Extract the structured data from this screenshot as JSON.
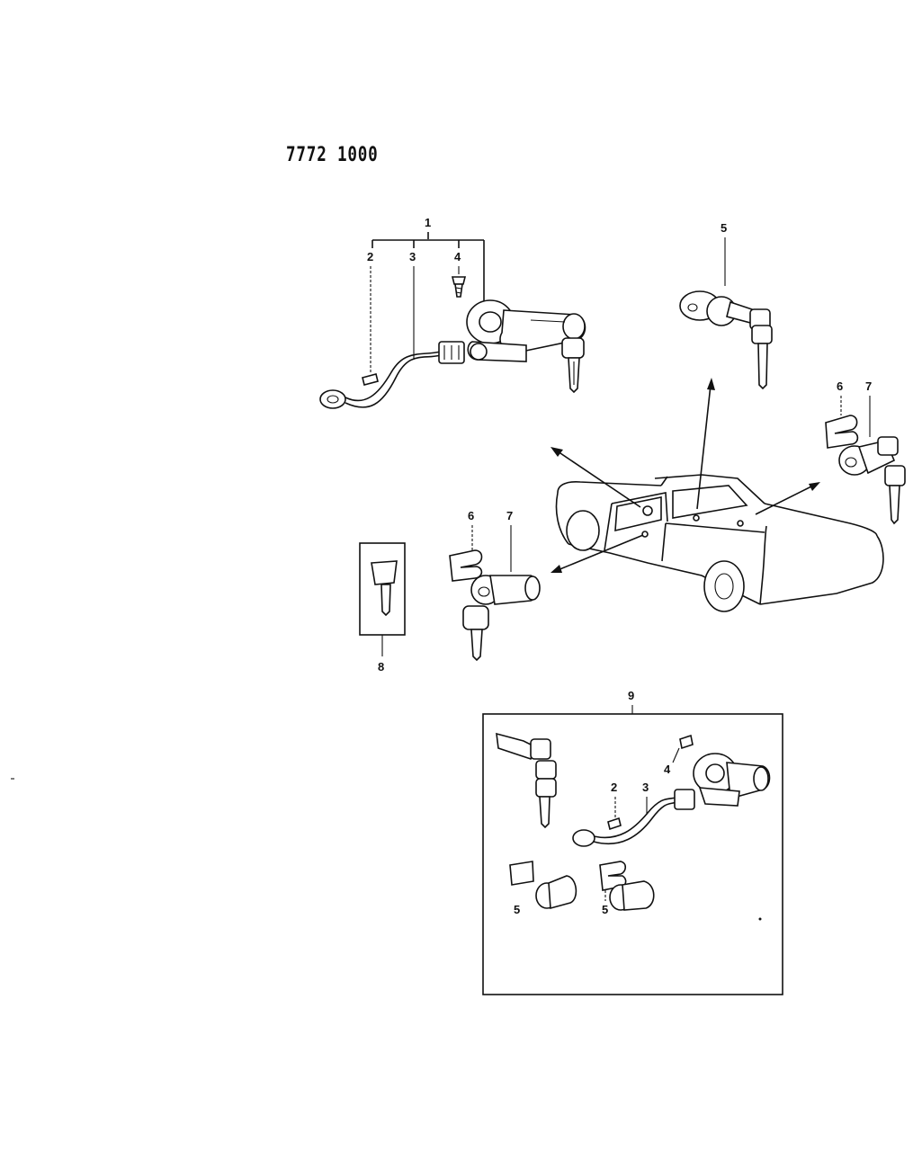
{
  "page": {
    "doc_id": "7772 1000"
  },
  "callouts": {
    "c1": "1",
    "c2": "2",
    "c3": "3",
    "c4": "4",
    "c5": "5",
    "c6": "6",
    "c7": "7",
    "c8": "8",
    "c9": "9"
  },
  "colors": {
    "ink": "#111111",
    "paper": "#ffffff"
  },
  "icons": [
    "ignition-switch-icon",
    "key-icon",
    "door-lock-cylinder-icon",
    "pickup-truck-icon"
  ]
}
